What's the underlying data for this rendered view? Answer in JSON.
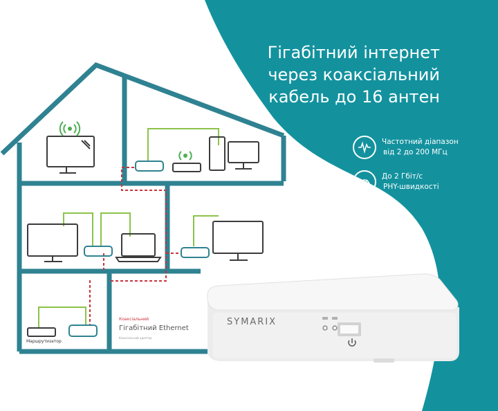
{
  "headline": {
    "line1": "Гігабітний інтернет",
    "line2": "через коаксіальний",
    "line3": "кабель до 16 антен"
  },
  "features": [
    {
      "icon": "waveform-icon",
      "line1": "Частотний діапазон",
      "line2": "від 2 до 200 МГц"
    },
    {
      "icon": "speedometer-icon",
      "line1": "До 2 Гбіт/с",
      "line2": "PHY-швидкості"
    }
  ],
  "diagram": {
    "router_label": "Маршрутизатор"
  },
  "box": {
    "small_label": "Коаксіальний",
    "title": "Гігабітний Ethernet",
    "fine_print": "Коаксіальний адаптер"
  },
  "device": {
    "brand": "SYMARIX"
  },
  "colors": {
    "teal": "#13929e",
    "house_outline": "#2f8291",
    "cable_green": "#8bc34a",
    "coax_red": "#c8323c"
  }
}
